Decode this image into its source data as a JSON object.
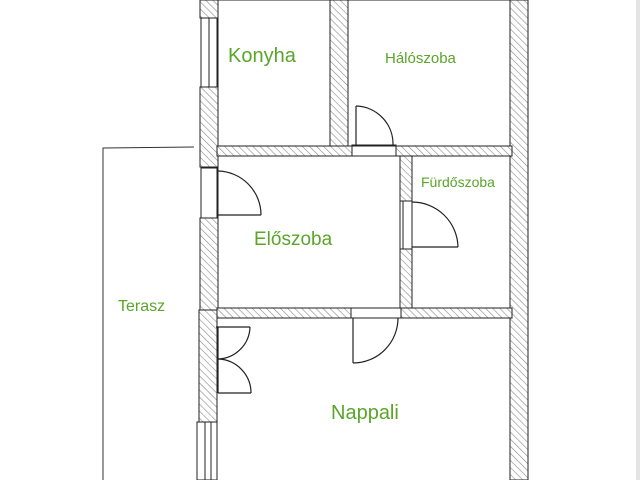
{
  "plan": {
    "label_color": "#5aa52a",
    "wall_stroke": "#222222",
    "hatch_color": "#8a8a8a",
    "rooms": [
      {
        "id": "konyha",
        "label": "Konyha"
      },
      {
        "id": "haloszoba",
        "label": "Hálószoba"
      },
      {
        "id": "furdoszoba",
        "label": "Fürdőszoba"
      },
      {
        "id": "eloszoba",
        "label": "Előszoba"
      },
      {
        "id": "terasz",
        "label": "Terasz"
      },
      {
        "id": "nappali",
        "label": "Nappali"
      }
    ]
  }
}
